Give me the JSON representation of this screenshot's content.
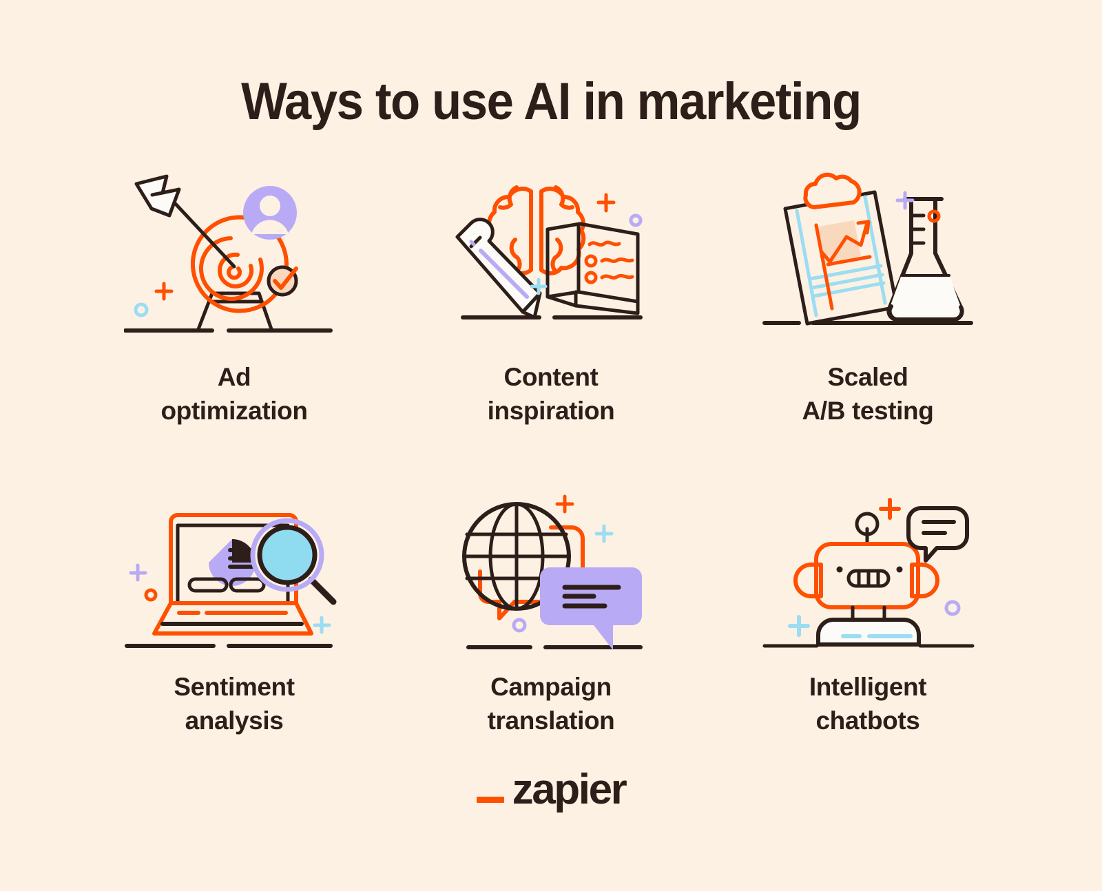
{
  "page": {
    "title": "Ways to use AI in marketing",
    "background_color": "#FDF1E3",
    "text_color": "#2D1E1A",
    "accent_orange": "#FF4F00",
    "accent_purple": "#B8AAF5",
    "accent_blue": "#9BDDF2",
    "white": "#FCFBF7"
  },
  "items": [
    {
      "id": "ad-optimization",
      "icon": "target-arrow-icon",
      "label_line1": "Ad",
      "label_line2": "optimization",
      "icon_parts": [
        "bullseye-target",
        "arrow",
        "user-avatar-badge",
        "check-badge",
        "plus-mark",
        "circle-mark",
        "ground-line"
      ]
    },
    {
      "id": "content-inspiration",
      "icon": "brain-book-pencil-icon",
      "label_line1": "Content",
      "label_line2": "inspiration",
      "icon_parts": [
        "brain",
        "open-book",
        "pencil",
        "plus-mark",
        "circle-mark",
        "ground-line"
      ]
    },
    {
      "id": "scaled-ab-testing",
      "icon": "clipboard-flask-icon",
      "label_line1": "Scaled",
      "label_line2": "A/B testing",
      "icon_parts": [
        "clipboard",
        "line-chart",
        "erlenmeyer-flask",
        "plus-mark",
        "circle-mark",
        "ground-line"
      ]
    },
    {
      "id": "sentiment-analysis",
      "icon": "laptop-magnifier-icon",
      "label_line1": "Sentiment",
      "label_line2": "analysis",
      "icon_parts": [
        "laptop",
        "pie-chart",
        "magnifying-glass",
        "plus-mark",
        "circle-mark",
        "ground-line"
      ]
    },
    {
      "id": "campaign-translation",
      "icon": "globe-chat-icon",
      "label_line1": "Campaign",
      "label_line2": "translation",
      "icon_parts": [
        "globe",
        "speech-bubble-outline",
        "speech-bubble-filled",
        "plus-mark",
        "circle-mark",
        "ground-line"
      ]
    },
    {
      "id": "intelligent-chatbots",
      "icon": "robot-chat-icon",
      "label_line1": "Intelligent",
      "label_line2": "chatbots",
      "icon_parts": [
        "robot-head",
        "antenna",
        "speech-bubble",
        "robot-body",
        "plus-mark",
        "circle-mark",
        "ground-line"
      ]
    }
  ],
  "brand": {
    "wordmark": "zapier",
    "mark": "underscore-mark"
  }
}
